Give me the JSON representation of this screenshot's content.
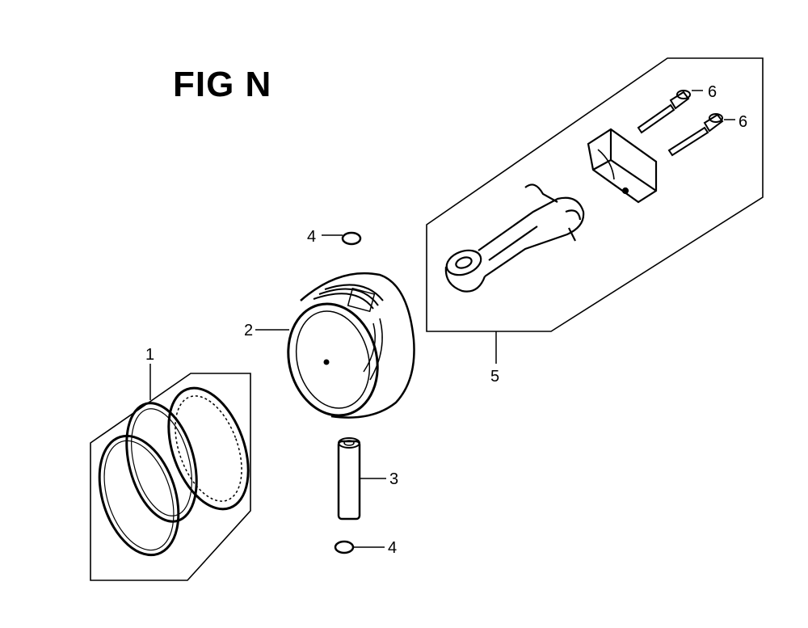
{
  "figure": {
    "title": "FIG N"
  },
  "callouts": {
    "rings": "1",
    "piston": "2",
    "pin": "3",
    "clip_top": "4",
    "clip_bottom": "4",
    "rod": "5",
    "bolt_upper": "6",
    "bolt_lower": "6"
  }
}
